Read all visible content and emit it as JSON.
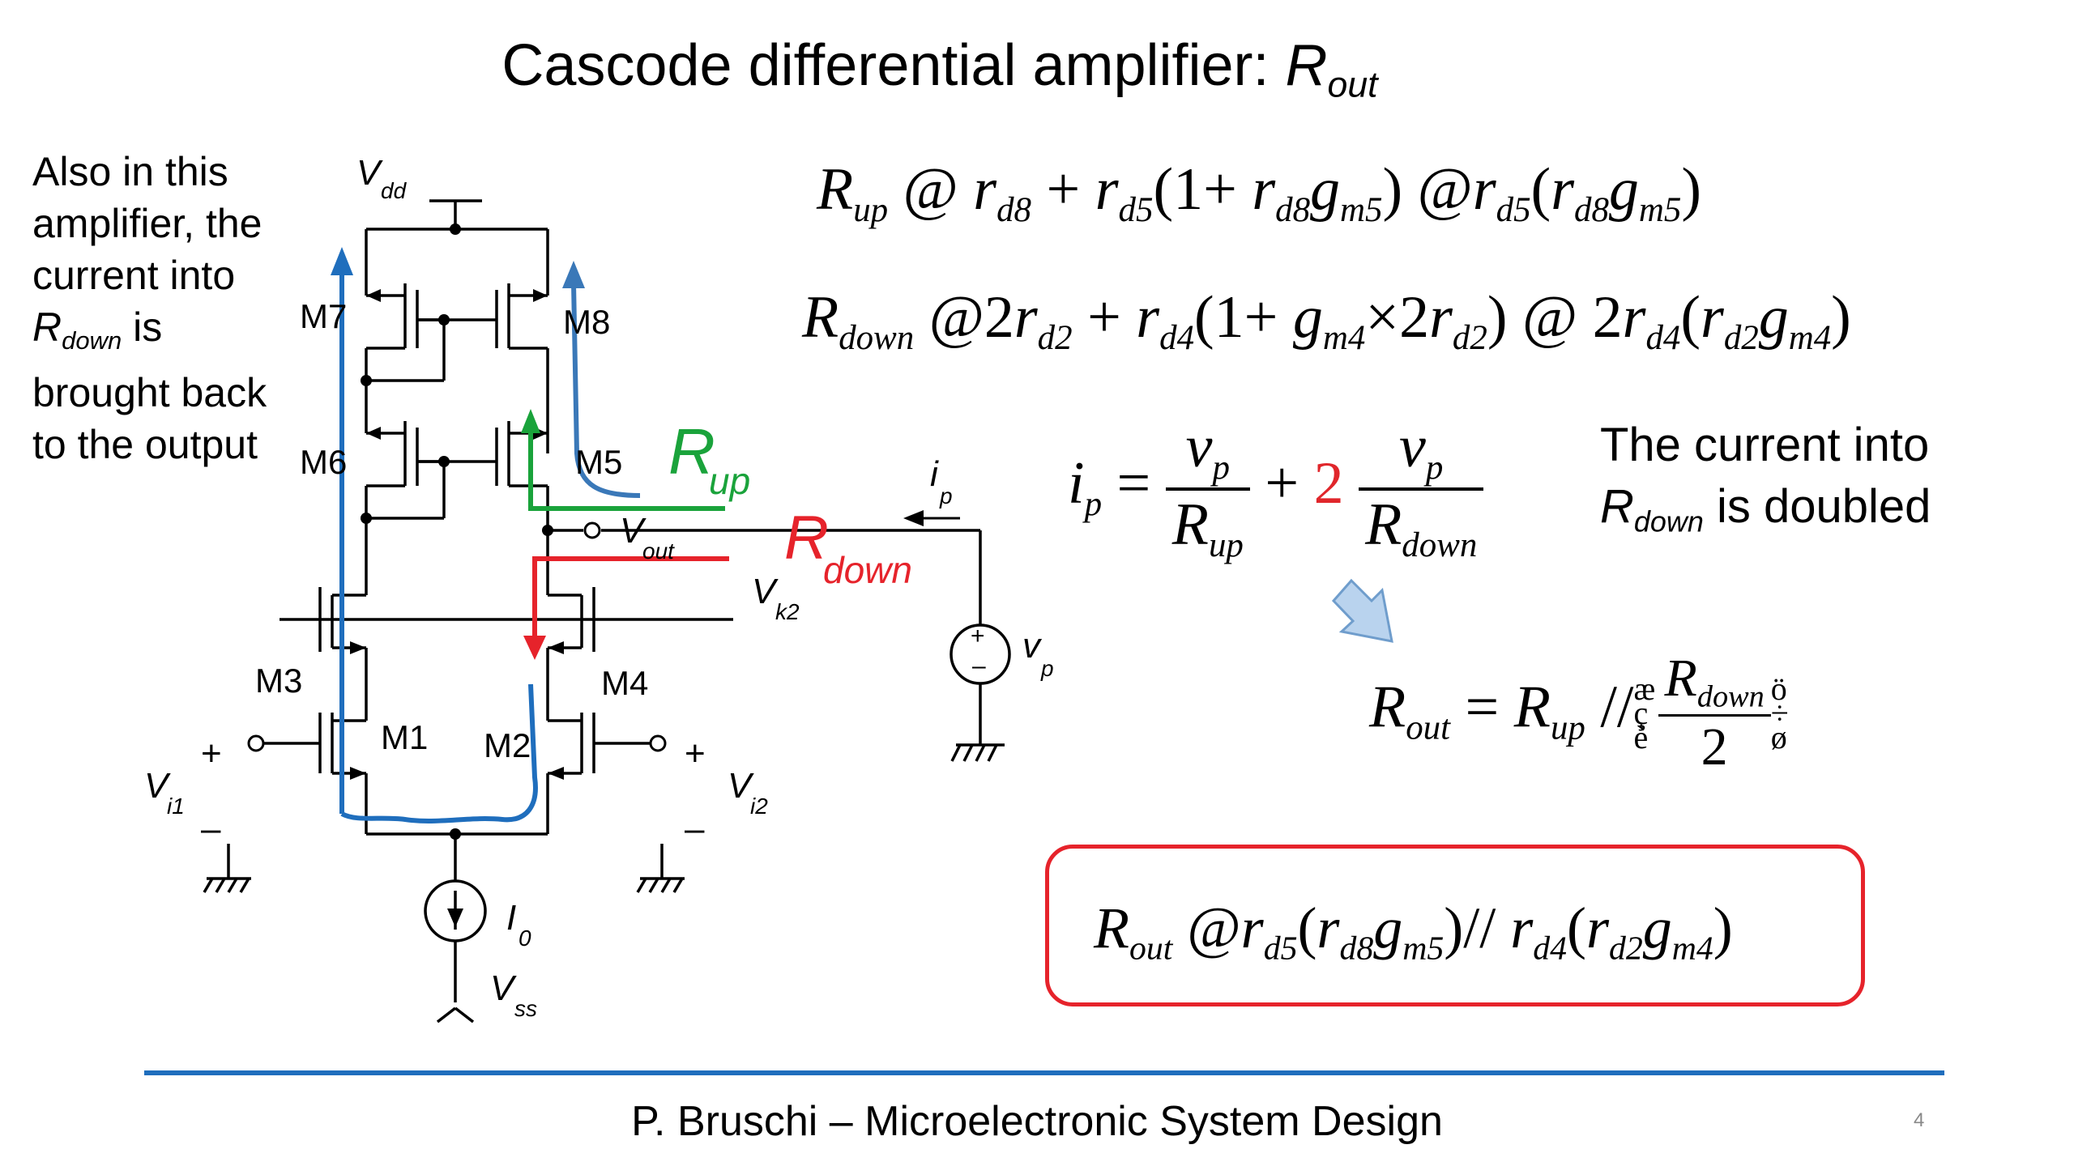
{
  "title": {
    "text": "Cascode differential amplifier: ",
    "r_main": "R",
    "r_sub": "out"
  },
  "note_left": {
    "line1": "Also in this",
    "line2": "amplifier, the",
    "line3": "current into",
    "r_main": "R",
    "r_sub": "down",
    "line4_tail": " is",
    "line5": "brought back",
    "line6": "to the output"
  },
  "note_right": {
    "line1": "The current into",
    "r_main": "R",
    "r_sub": "down",
    "line2_tail": " is doubled"
  },
  "circuit": {
    "vdd": "V",
    "vdd_sub": "dd",
    "vss": "V",
    "vss_sub": "ss",
    "m7": "M7",
    "m8": "M8",
    "m6": "M6",
    "m5": "M5",
    "m3": "M3",
    "m4": "M4",
    "m1": "M1",
    "m2": "M2",
    "vout": "V",
    "vout_sub": "out",
    "vk2": "V",
    "vk2_sub": "k2",
    "vi1": "V",
    "vi1_sub": "i1",
    "vi2": "V",
    "vi2_sub": "i2",
    "i0": "I",
    "i0_sub": "0",
    "ip": "i",
    "ip_sub": "p",
    "vp": "v",
    "vp_sub": "p",
    "rup": "R",
    "rup_sub": "up",
    "rdown": "R",
    "rdown_sub": "down",
    "plus": "+",
    "minus": "–"
  },
  "eq1": {
    "lhs": "R",
    "lhs_sub": "up",
    "a1": "@",
    "r": "r",
    "d8": "d8",
    "plus": "+",
    "d5": "d5",
    "paren_open": "(1+",
    "g": "g",
    "m5": "m5",
    "paren_close": ")",
    "a2": "@",
    "lp": "(",
    "rp": ")"
  },
  "eq2": {
    "lhs": "R",
    "lhs_sub": "down",
    "a1": "@2",
    "r": "r",
    "d2": "d2",
    "plus": "+",
    "d4": "d4",
    "paren_open": "(1+",
    "g": "g",
    "m4": "m4",
    "times2": "×2",
    "paren_close": ")",
    "a2": "@ 2",
    "lp": "(",
    "rp": ")"
  },
  "eq3": {
    "lhs": "i",
    "lhs_sub": "p",
    "eq": "=",
    "num": "v",
    "num_sub": "p",
    "den1": "R",
    "den1_sub": "up",
    "plus": "+",
    "two": "2",
    "den2": "R",
    "den2_sub": "down"
  },
  "eq4": {
    "lhs": "R",
    "lhs_sub": "out",
    "eq": "=",
    "r": "R",
    "r_sub": "up",
    "par": "//",
    "num": "R",
    "num_sub": "down",
    "den": "2",
    "bracket_left": "æ ç è",
    "bracket_right": "ö ÷ ø"
  },
  "eq5": {
    "lhs": "R",
    "lhs_sub": "out",
    "a": "@",
    "r": "r",
    "d5": "d5",
    "lp": "(",
    "d8": "d8",
    "g": "g",
    "m5": "m5",
    "rp_par": ")//",
    "d4": "d4",
    "d2": "d2",
    "m4": "m4",
    "rp": ")"
  },
  "footer": "P. Bruschi – Microelectronic System Design",
  "page_number": "4",
  "colors": {
    "accent_blue": "#1f6ebd",
    "rup_green": "#1aa33b",
    "rdown_red": "#e6232b",
    "arrow_blue": "#2a77c9",
    "hint_arrow": "#b9d3ee"
  }
}
